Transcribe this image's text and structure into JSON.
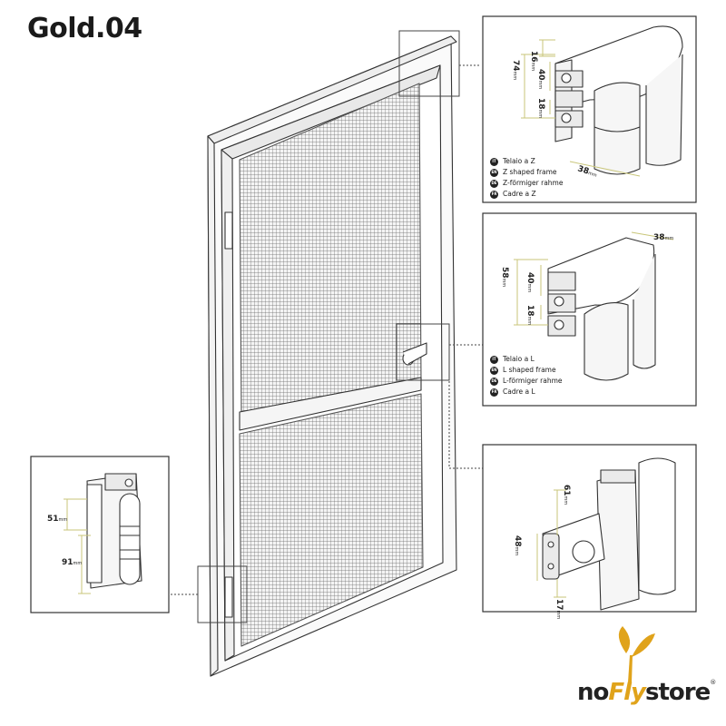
{
  "title": "Gold.04",
  "detail_top": {
    "dims": {
      "a": "16",
      "b": "74",
      "c": "40",
      "d": "18",
      "e": "38"
    },
    "unit": "mm",
    "legend": [
      {
        "code": "IT",
        "text": "Telaio a Z"
      },
      {
        "code": "EN",
        "text": "Z shaped frame"
      },
      {
        "code": "DE",
        "text": "Z-förmiger rahme"
      },
      {
        "code": "FR",
        "text": "Cadre a Z"
      }
    ]
  },
  "detail_middle": {
    "dims": {
      "a": "38",
      "b": "58",
      "c": "40",
      "d": "18"
    },
    "unit": "mm",
    "legend": [
      {
        "code": "IT",
        "text": "Telaio a L"
      },
      {
        "code": "EN",
        "text": "L shaped frame"
      },
      {
        "code": "DE",
        "text": "L-förmiger rahme"
      },
      {
        "code": "FR",
        "text": "Cadre a L"
      }
    ]
  },
  "detail_handle": {
    "dims": {
      "a": "61",
      "b": "48",
      "c": "17"
    },
    "unit": "mm"
  },
  "detail_hinge": {
    "dims": {
      "a": "51",
      "b": "91"
    },
    "unit": "mm"
  },
  "brand": {
    "pre": "no",
    "accent": "Fly",
    "post": "store",
    "mark": "®"
  },
  "colors": {
    "line": "#333333",
    "dim": "#c9c67a",
    "accent": "#e0a31b"
  }
}
